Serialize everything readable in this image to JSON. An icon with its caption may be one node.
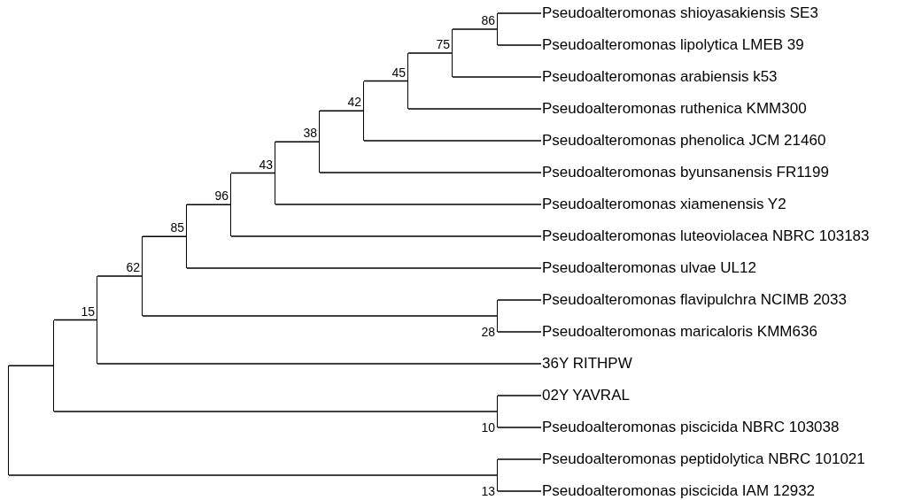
{
  "diagram": {
    "nodes": [
      {
        "text": [
          "Pseudoalteromonas shioyasakiensis SE3"
        ]
      },
      {
        "text": [
          "Pseudoalteromonas lipolytica LMEB 39"
        ]
      },
      {
        "text": [
          "Pseudoalteromonas arabiensis k53"
        ]
      },
      {
        "text": [
          "Pseudoalteromonas ruthenica KMM300"
        ]
      },
      {
        "text": [
          "Pseudoalteromonas phenolica JCM 21460"
        ]
      },
      {
        "text": [
          "Pseudoalteromonas byunsanensis FR1199"
        ]
      },
      {
        "text": [
          "Pseudoalteromonas xiamenensis Y2"
        ]
      },
      {
        "text": [
          "Pseudoalteromonas luteoviolacea NBRC 103183"
        ]
      },
      {
        "text": [
          "Pseudoalteromonas ulvae UL12"
        ]
      },
      {
        "text": [
          "Pseudoalteromonas flavipulchra NCIMB 2033"
        ]
      },
      {
        "text": [
          "Pseudoalteromonas maricaloris KMM636"
        ]
      },
      {
        "text": [
          "36Y RITHPW"
        ]
      },
      {
        "text": [
          "02Y YAVRAL"
        ]
      },
      {
        "text": [
          "Pseudoalteromonas piscicida NBRC 103038"
        ]
      },
      {
        "text": [
          "Pseudoalteromonas peptidolytica NBRC 101021"
        ]
      },
      {
        "text": [
          "Pseudoalteromonas piscicida IAM 12932"
        ]
      },
      {
        "text": [],
        "shape": "bar",
        "beside": [
          "86"
        ]
      },
      {
        "text": [],
        "shape": "bar",
        "beside": [
          "75"
        ]
      },
      {
        "text": [],
        "shape": "bar",
        "beside": [
          "45"
        ]
      },
      {
        "text": [],
        "shape": "bar",
        "beside": [
          "42"
        ]
      },
      {
        "text": [],
        "shape": "bar",
        "beside": [
          "38"
        ]
      },
      {
        "text": [],
        "shape": "bar",
        "beside": [
          "43"
        ]
      },
      {
        "text": [],
        "shape": "bar",
        "beside": [
          "96"
        ]
      },
      {
        "text": [],
        "shape": "bar",
        "beside": [
          "85"
        ]
      },
      {
        "text": [],
        "shape": "bar",
        "beside": [
          "28"
        ]
      },
      {
        "text": [],
        "shape": "bar",
        "beside": [
          "62"
        ]
      },
      {
        "text": [],
        "shape": "bar",
        "beside": [
          "15"
        ]
      },
      {
        "text": [],
        "shape": "bar",
        "beside": [
          "10"
        ]
      },
      {
        "text": [],
        "shape": "bar"
      },
      {
        "text": [],
        "shape": "bar",
        "beside": [
          "13"
        ]
      },
      {
        "text": [],
        "shape": "bar"
      }
    ],
    "edges": [
      {
        "from": 16,
        "to": 0,
        "arrow": "none"
      },
      {
        "from": 16,
        "to": 1,
        "arrow": "none"
      },
      {
        "from": 17,
        "to": 16,
        "arrow": "none"
      },
      {
        "from": 17,
        "to": 2,
        "arrow": "none"
      },
      {
        "from": 18,
        "to": 17,
        "arrow": "none"
      },
      {
        "from": 18,
        "to": 3,
        "arrow": "none"
      },
      {
        "from": 19,
        "to": 18,
        "arrow": "none"
      },
      {
        "from": 19,
        "to": 4,
        "arrow": "none"
      },
      {
        "from": 20,
        "to": 19,
        "arrow": "none"
      },
      {
        "from": 20,
        "to": 5,
        "arrow": "none"
      },
      {
        "from": 21,
        "to": 20,
        "arrow": "none"
      },
      {
        "from": 21,
        "to": 6,
        "arrow": "none"
      },
      {
        "from": 22,
        "to": 21,
        "arrow": "none"
      },
      {
        "from": 22,
        "to": 7,
        "arrow": "none"
      },
      {
        "from": 23,
        "to": 22,
        "arrow": "none"
      },
      {
        "from": 23,
        "to": 8,
        "arrow": "none"
      },
      {
        "from": 24,
        "to": 9,
        "arrow": "none"
      },
      {
        "from": 24,
        "to": 10,
        "arrow": "none"
      },
      {
        "from": 25,
        "to": 23,
        "arrow": "none"
      },
      {
        "from": 25,
        "to": 24,
        "arrow": "none"
      },
      {
        "from": 26,
        "to": 25,
        "arrow": "none"
      },
      {
        "from": 26,
        "to": 11,
        "arrow": "none"
      },
      {
        "from": 27,
        "to": 12,
        "arrow": "none"
      },
      {
        "from": 27,
        "to": 13,
        "arrow": "none"
      },
      {
        "from": 28,
        "to": 26,
        "arrow": "none"
      },
      {
        "from": 28,
        "to": 27,
        "arrow": "none"
      },
      {
        "from": 29,
        "to": 14,
        "arrow": "none"
      },
      {
        "from": 29,
        "to": 15,
        "arrow": "none"
      },
      {
        "from": 30,
        "to": 28,
        "arrow": "none"
      },
      {
        "from": 30,
        "to": 29,
        "arrow": "none"
      }
    ]
  }
}
